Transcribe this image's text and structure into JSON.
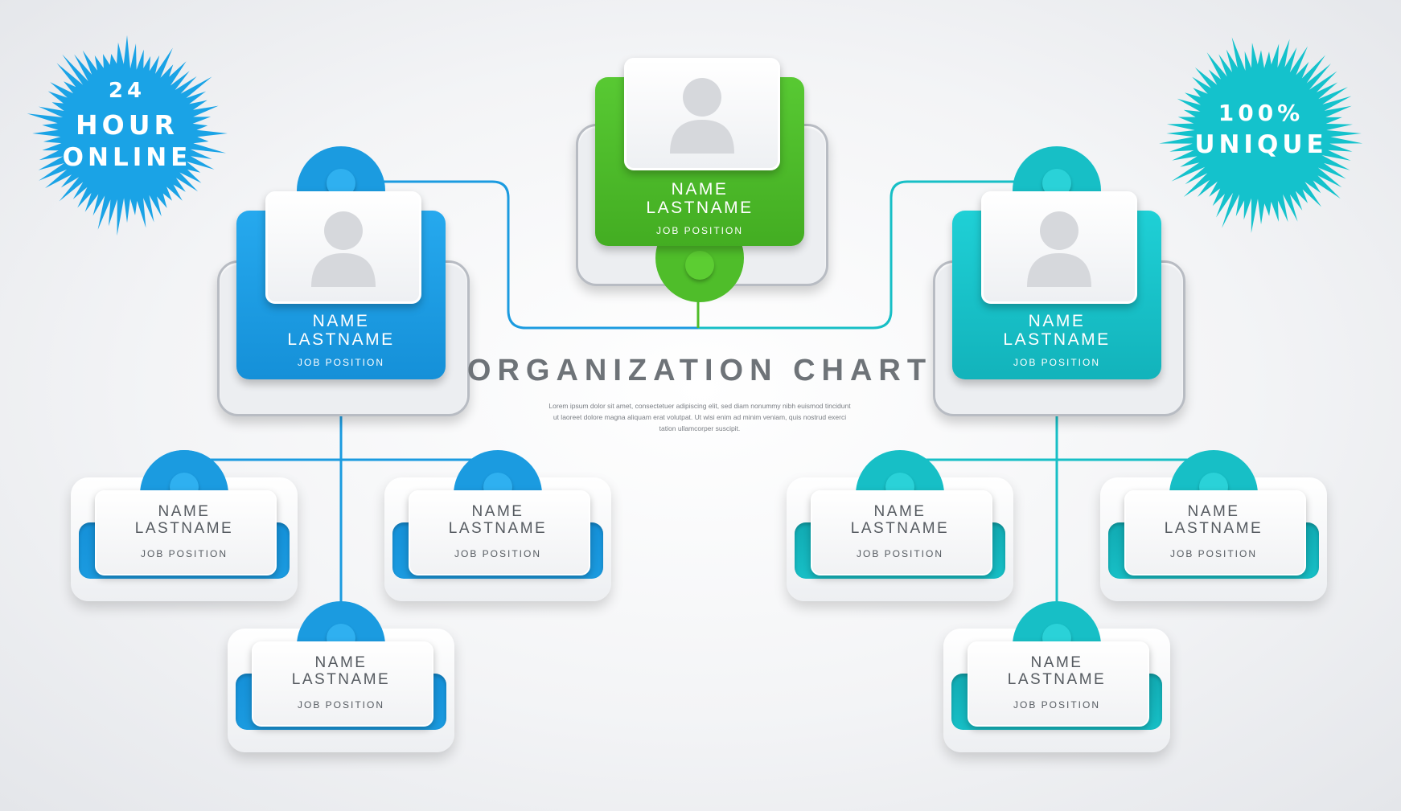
{
  "diagram": {
    "title": "ORGANIZATION CHART",
    "description": "Lorem ipsum dolor sit amet, consectetuer adipiscing elit, sed diam nonummy nibh euismod tincidunt ut laoreet dolore magna aliquam erat volutpat. Ut wisi enim ad minim veniam, quis nostrud exerci tation ullamcorper suscipit."
  },
  "badges": {
    "left": {
      "lines": [
        "24",
        "HOUR",
        "ONLINE"
      ],
      "color": "#1aa3e6"
    },
    "right": {
      "lines": [
        "100%",
        "UNIQUE"
      ],
      "color": "#14c2cc"
    }
  },
  "colors": {
    "green": "#4fbd2a",
    "blue": "#1b9be0",
    "teal": "#17bfc6",
    "line_blue": "#1b9be0",
    "line_teal": "#17bfc6",
    "line_green": "#4fbd2a"
  },
  "nodes": {
    "top": {
      "name": "NAME",
      "lastname": "LASTNAME",
      "position": "JOB POSITION",
      "icon": "user-avatar-icon"
    },
    "left_manager": {
      "name": "NAME",
      "lastname": "LASTNAME",
      "position": "JOB POSITION",
      "icon": "user-avatar-icon"
    },
    "right_manager": {
      "name": "NAME",
      "lastname": "LASTNAME",
      "position": "JOB POSITION",
      "icon": "user-avatar-icon"
    },
    "left_staff": [
      {
        "name": "NAME",
        "lastname": "LASTNAME",
        "position": "JOB POSITION"
      },
      {
        "name": "NAME",
        "lastname": "LASTNAME",
        "position": "JOB POSITION"
      },
      {
        "name": "NAME",
        "lastname": "LASTNAME",
        "position": "JOB POSITION"
      }
    ],
    "right_staff": [
      {
        "name": "NAME",
        "lastname": "LASTNAME",
        "position": "JOB POSITION"
      },
      {
        "name": "NAME",
        "lastname": "LASTNAME",
        "position": "JOB POSITION"
      },
      {
        "name": "NAME",
        "lastname": "LASTNAME",
        "position": "JOB POSITION"
      }
    ]
  }
}
